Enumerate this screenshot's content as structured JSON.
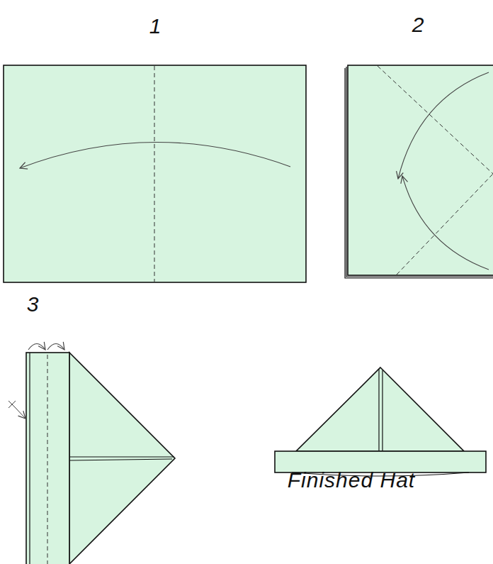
{
  "diagram": {
    "labels": [
      "1",
      "2",
      "3",
      "Finished Hat"
    ]
  }
}
